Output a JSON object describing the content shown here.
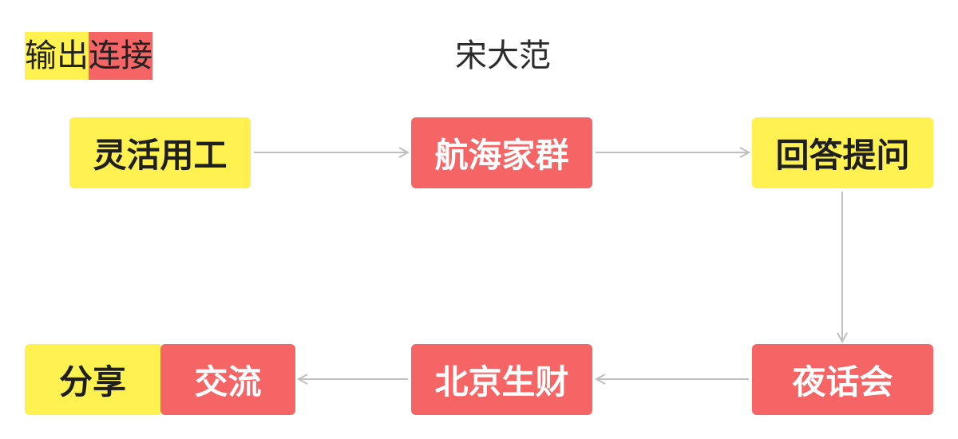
{
  "colors": {
    "yellow": "#fff250",
    "red": "#f56565",
    "arrow": "#bfbfbf",
    "dark_text": "#1f1f1f",
    "light_text": "#ffffff"
  },
  "legend": {
    "output_label": "输出",
    "output_color": "#fff250",
    "connect_label": "连接",
    "connect_color": "#f56565"
  },
  "title": "宋大范",
  "nodes": {
    "flexible_work": {
      "label": "灵活用工",
      "type": "output"
    },
    "voyage_group": {
      "label": "航海家群",
      "type": "connect"
    },
    "qa": {
      "label": "回答提问",
      "type": "output"
    },
    "night_talk": {
      "label": "夜话会",
      "type": "connect"
    },
    "beijing_wealth": {
      "label": "北京生财",
      "type": "connect"
    },
    "share": {
      "label": "分享",
      "type": "output"
    },
    "exchange": {
      "label": "交流",
      "type": "connect"
    }
  },
  "edges": [
    {
      "from": "flexible_work",
      "to": "voyage_group"
    },
    {
      "from": "voyage_group",
      "to": "qa"
    },
    {
      "from": "qa",
      "to": "night_talk"
    },
    {
      "from": "night_talk",
      "to": "beijing_wealth"
    },
    {
      "from": "beijing_wealth",
      "to": "share_exchange"
    }
  ]
}
